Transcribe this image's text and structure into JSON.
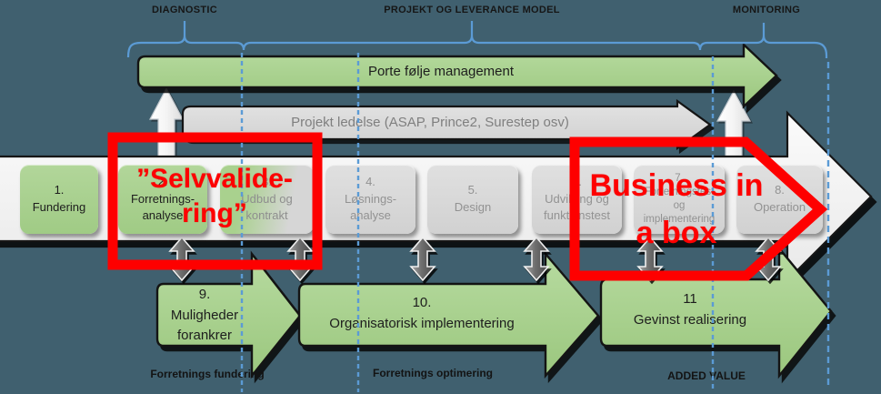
{
  "top_sections": {
    "diagnostic": "DIAGNOSTIC",
    "projekt_model": "PROJEKT OG LEVERANCE MODEL",
    "monitoring": "MONITORING"
  },
  "management_arrows": {
    "portfolio_label": "Porte følje management",
    "project_label": "Projekt ledelse (ASAP, Prince2, Surestep osv)"
  },
  "phases": [
    {
      "text": "1.\nFundering"
    },
    {
      "text": "2.\nForretnings-\nanalyse"
    },
    {
      "text": "3.\nUdbud og\nkontrakt"
    },
    {
      "text": "4.\nLøsnings-\nanalyse"
    },
    {
      "text": "5.\nDesign"
    },
    {
      "text": "6.\nUdvikling og\nfunktionstest"
    },
    {
      "text": "7.\nForretningstest\nog\nimplementering"
    },
    {
      "text": "8.\nOperation"
    }
  ],
  "bottom_arrows": [
    {
      "text": "9.\nMuligheder\nforankrer"
    },
    {
      "text": "10.\nOrganisatorisk implementering"
    },
    {
      "text": "11\nGevinst realisering"
    }
  ],
  "bottom_labels": {
    "fundering": "Forretnings fundering",
    "optimering": "Forretnings optimering",
    "added_value": "ADDED VALUE"
  },
  "annotations": {
    "selvvalidering": "”Selvvalide-\nring”",
    "business_in_a_box": "Business in\na box"
  },
  "colors": {
    "background": "#40606f",
    "green": "#a8d08d",
    "gray_box": "#d9d9d9",
    "band_white": "#f3f3f3",
    "brace_blue": "#5b9bd5",
    "annotation_red": "#fe0000"
  }
}
